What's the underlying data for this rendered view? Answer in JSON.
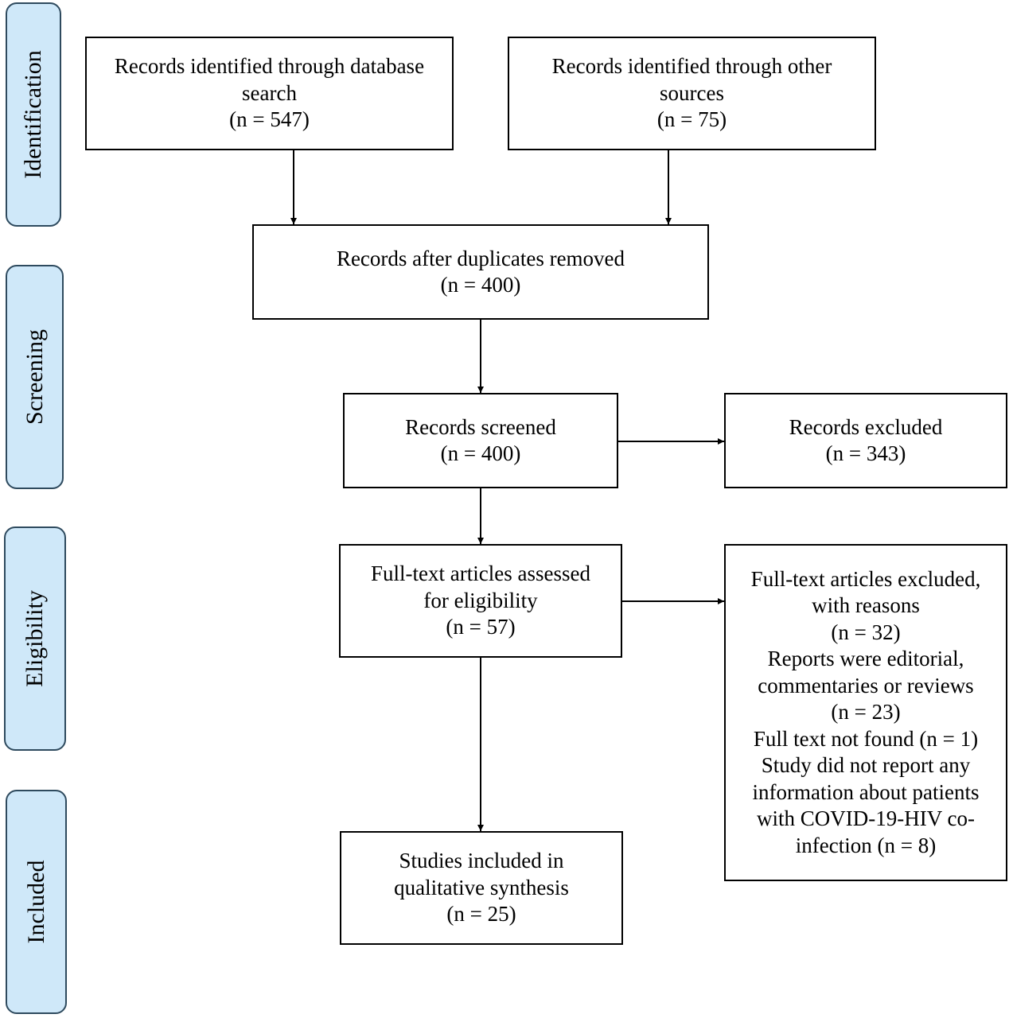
{
  "stages": {
    "identification": "Identification",
    "screening": "Screening",
    "eligibility": "Eligibility",
    "included": "Included"
  },
  "boxes": {
    "database_search": {
      "lines": [
        "Records identified through database",
        "search",
        "(n = 547)"
      ]
    },
    "other_sources": {
      "lines": [
        "Records identified through other",
        "sources",
        "(n = 75)"
      ]
    },
    "after_duplicates": {
      "lines": [
        "Records after duplicates removed",
        "(n = 400)"
      ]
    },
    "screened": {
      "lines": [
        "Records screened",
        "(n = 400)"
      ]
    },
    "excluded": {
      "lines": [
        "Records excluded",
        "(n = 343)"
      ]
    },
    "fulltext_assessed": {
      "lines": [
        "Full-text articles assessed",
        "for eligibility",
        "(n = 57)"
      ]
    },
    "fulltext_excluded": {
      "lines": [
        "Full-text articles excluded,",
        "with reasons",
        "(n = 32)",
        "Reports were editorial,",
        "commentaries or reviews",
        "(n = 23)",
        "Full text not found (n = 1)",
        "Study did not report any",
        "information about patients",
        "with COVID-19-HIV co-",
        "infection (n = 8)"
      ]
    },
    "included_studies": {
      "lines": [
        "Studies included in",
        "qualitative synthesis",
        "(n = 25)"
      ]
    }
  }
}
